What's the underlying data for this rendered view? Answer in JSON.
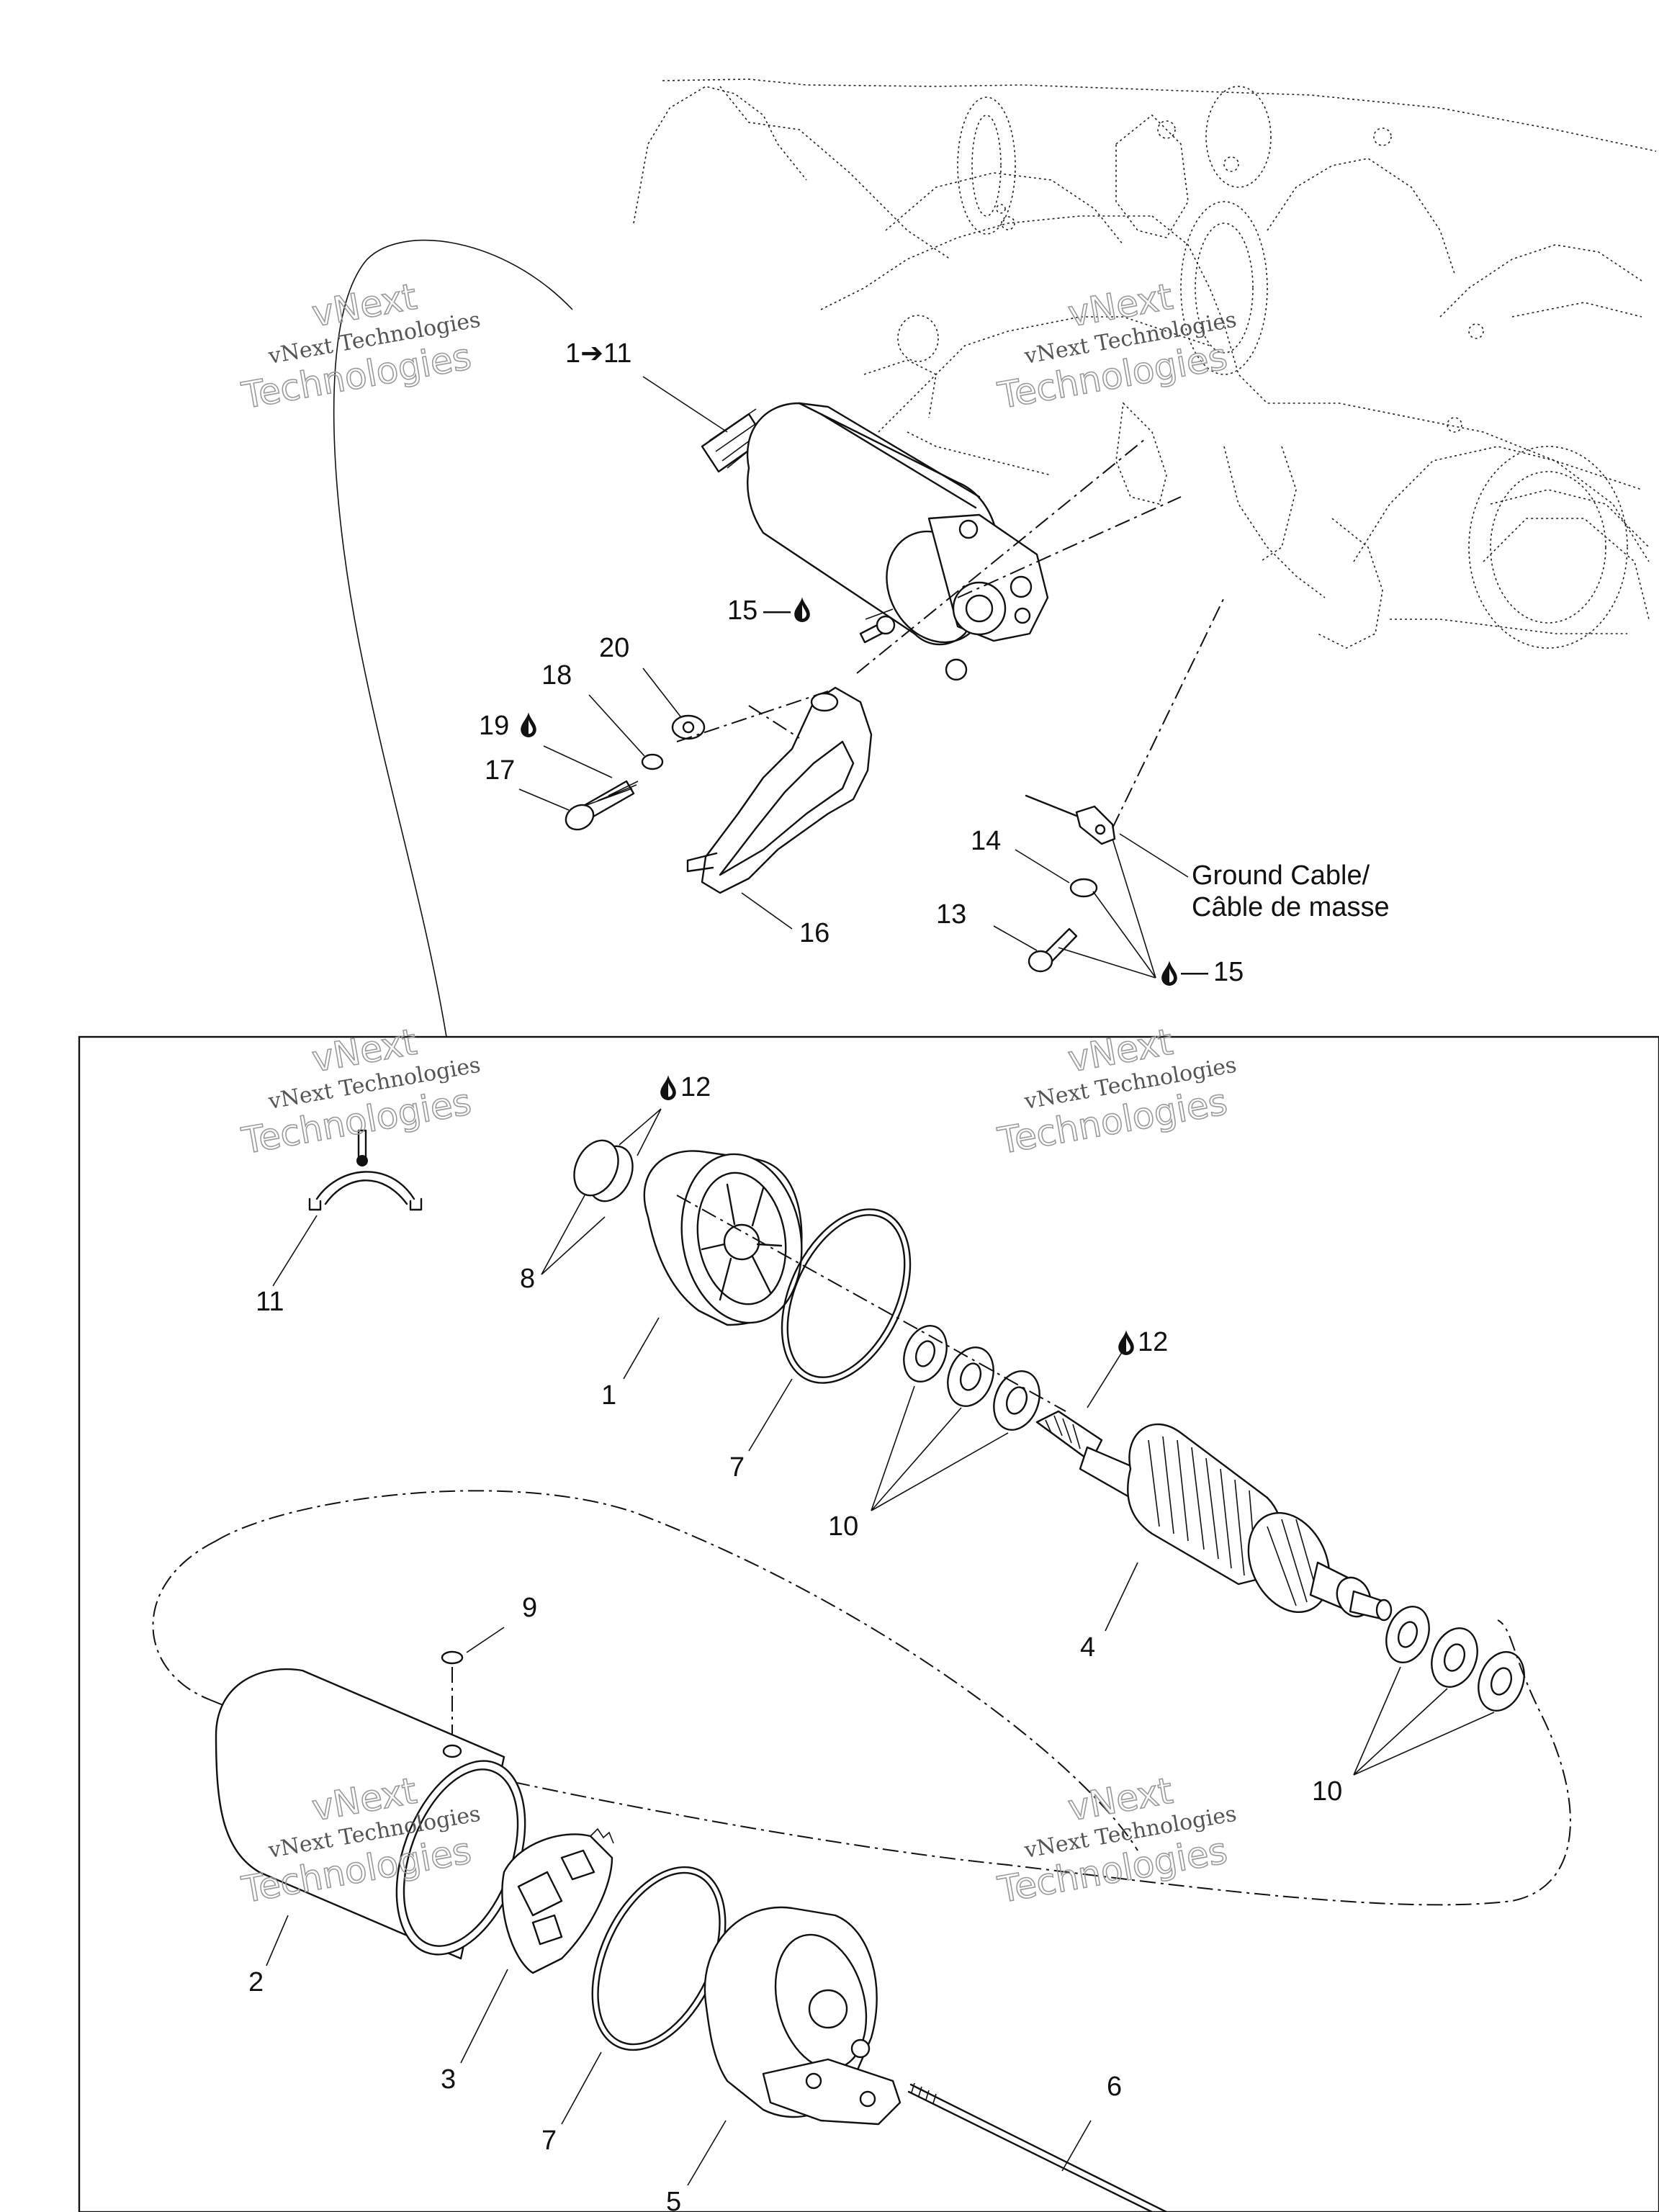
{
  "callouts": {
    "c1_11": "1",
    "c1_11_arrow": "➔",
    "c1_11_end": "11",
    "c15a": "15",
    "c20": "20",
    "c18": "18",
    "c19": "19",
    "c17": "17",
    "c16": "16",
    "c14": "14",
    "c13": "13",
    "c15b": "15",
    "c12a": "12",
    "c11": "11",
    "c8": "8",
    "c1": "1",
    "c7a": "7",
    "c12b": "12",
    "c10a": "10",
    "c4": "4",
    "c9": "9",
    "c10b": "10",
    "c2": "2",
    "c3": "3",
    "c7b": "7",
    "c5": "5",
    "c6": "6"
  },
  "labels": {
    "ground_cable_en": "Ground Cable/",
    "ground_cable_fr": "Câble de masse"
  },
  "watermark": {
    "line1": "vNext Technologies",
    "line2": "vNext",
    "line3": "Technologies"
  },
  "symbols": {
    "lubricant": "oil-drop-icon",
    "separator": "—"
  }
}
